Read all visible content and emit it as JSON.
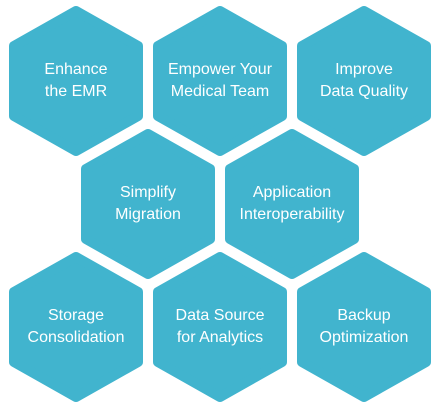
{
  "diagram": {
    "fill_color": "#41b4ce",
    "text_color": "#ffffff",
    "hexagons": [
      {
        "lines": [
          "Enhance",
          "the EMR"
        ]
      },
      {
        "lines": [
          "Empower Your",
          "Medical Team"
        ]
      },
      {
        "lines": [
          "Improve",
          "Data Quality"
        ]
      },
      {
        "lines": [
          "Simplify",
          "Migration"
        ]
      },
      {
        "lines": [
          "Application",
          "Interoperability"
        ]
      },
      {
        "lines": [
          "Storage",
          "Consolidation"
        ]
      },
      {
        "lines": [
          "Data Source",
          "for Analytics"
        ]
      },
      {
        "lines": [
          "Backup",
          "Optimization"
        ]
      }
    ]
  }
}
